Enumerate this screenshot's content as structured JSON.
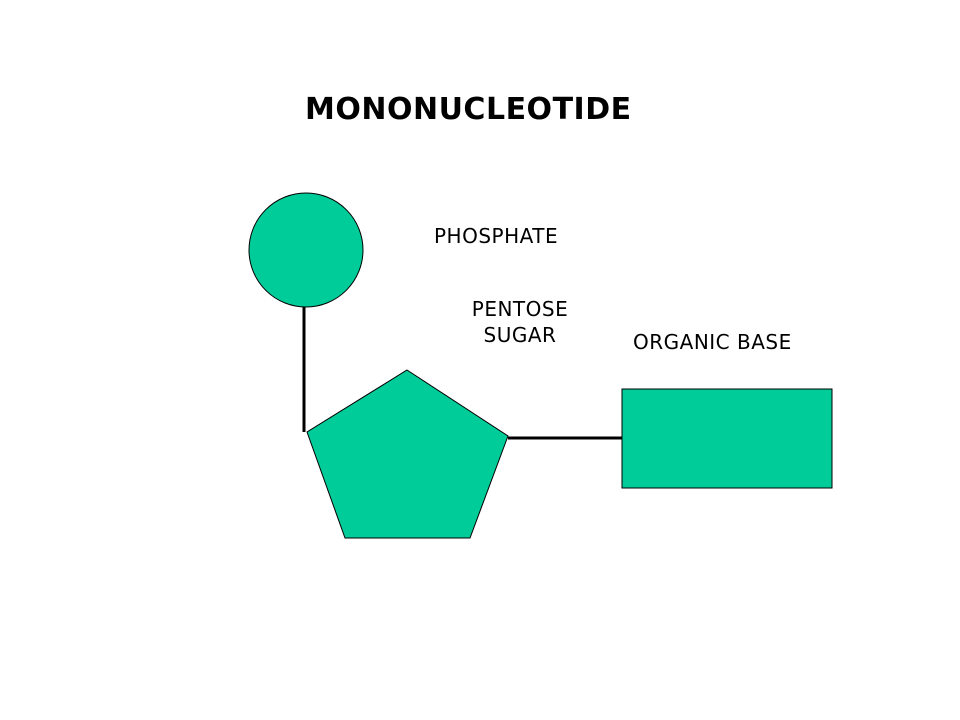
{
  "title": "MONONUCLEOTIDE",
  "labels": {
    "phosphate": "PHOSPHATE",
    "pentose_line1": "PENTOSE",
    "pentose_line2": "SUGAR",
    "organic_base": "ORGANIC BASE"
  },
  "colors": {
    "shape_fill": "#00CC99",
    "stroke": "#000000",
    "background": "#FFFFFF"
  }
}
